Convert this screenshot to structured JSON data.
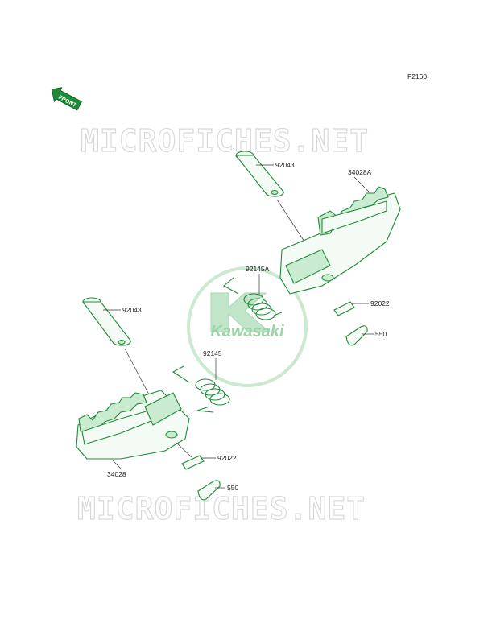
{
  "diagram_code": "F2160",
  "front_arrow_label": "FRONT",
  "watermark_text": "MICROFICHES.NET",
  "brand": {
    "name": "Kawasaki",
    "color": "#1f8a3a"
  },
  "part_labels": {
    "pin_upper": "92043",
    "footpeg_right": "34028A",
    "spring_right": "92145A",
    "washer_right": "92022",
    "cotter_right": "550",
    "pin_lower": "92043",
    "spring_left": "92145",
    "footpeg_left": "34028",
    "washer_left": "92022",
    "cotter_left": "550"
  },
  "colors": {
    "line_art": "#1f8a3a",
    "watermark": "#d9d9d9",
    "label": "#222222"
  }
}
